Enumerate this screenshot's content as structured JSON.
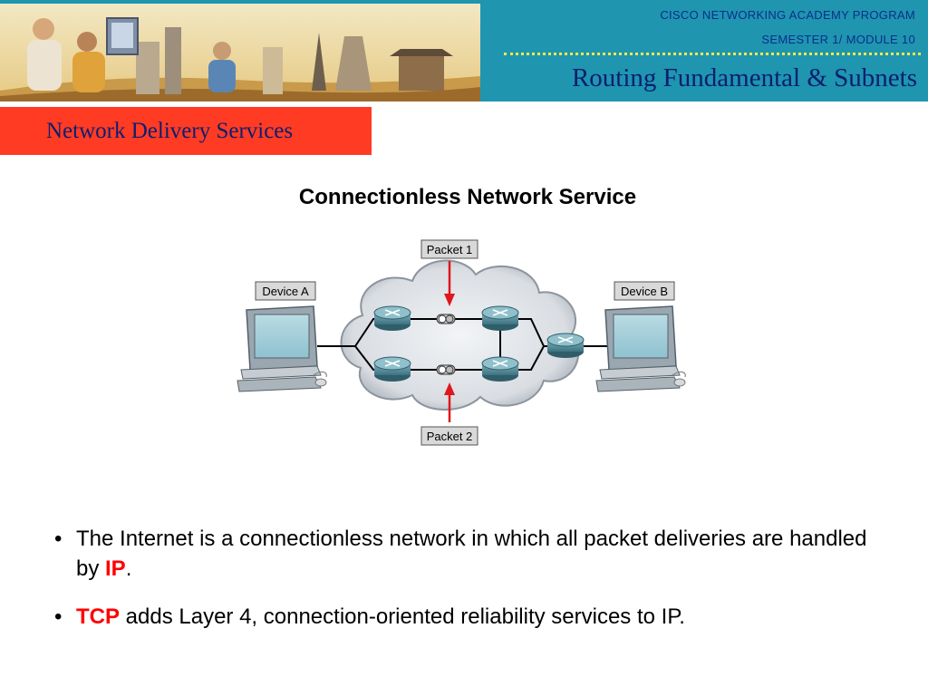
{
  "header": {
    "program": "CISCO NETWORKING ACADEMY PROGRAM",
    "module": "SEMESTER 1/ MODULE 10",
    "title": "Routing Fundamental & Subnets",
    "accent_color": "#1f95b0"
  },
  "section": {
    "title": "Network Delivery Services",
    "color": "#ff3b24"
  },
  "diagram": {
    "title": "Connectionless Network Service",
    "device_a": "Device A",
    "device_b": "Device B",
    "packet_1": "Packet 1",
    "packet_2": "Packet 2",
    "icons": [
      "computer-icon",
      "router-icon",
      "cloud-icon",
      "packet-icon",
      "arrow-icon"
    ]
  },
  "bullets": [
    {
      "bullet": "•",
      "text": "The Internet is a connectionless network in which all packet deliveries are handled by ",
      "keyword": "IP",
      "after": "."
    },
    {
      "bullet": "•",
      "keyword": "TCP",
      "text": " adds Layer 4, connection-oriented reliability services to IP."
    }
  ],
  "highlight_color": "#ff0000"
}
